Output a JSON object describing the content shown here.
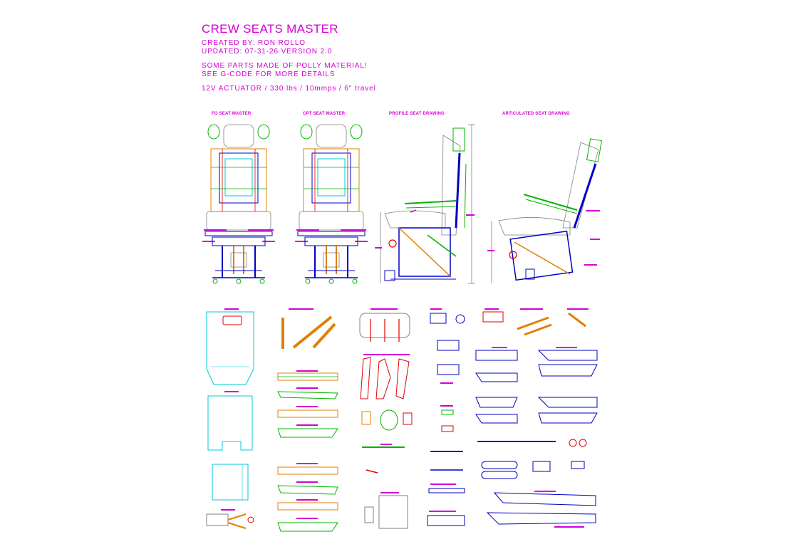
{
  "header": {
    "title": "CREW SEATS MASTER",
    "created_by": "CREATED BY: RON ROLLO",
    "updated": "UPDATED: 07-31-26   VERSION 2.0",
    "note1": "SOME PARTS MADE OF POLLY MATERIAL!",
    "note2": "SEE G-CODE FOR MORE DETAILS",
    "actuator_spec": "12V ACTUATOR / 330 lbs / 10mmps / 6\" travel"
  },
  "views": {
    "fo": "FO SEAT MASTER",
    "cpt": "CPT SEAT MASTER",
    "profile": "PROFILE SEAT DRAWING",
    "articulated": "ARTICULATED SEAT DRAWING"
  },
  "colors": {
    "annotation": "#d400d4",
    "cyan": "#00c8d8",
    "green": "#00b400",
    "orange": "#e08000",
    "blue": "#0000c0",
    "red": "#e00000",
    "grey": "#808080"
  }
}
